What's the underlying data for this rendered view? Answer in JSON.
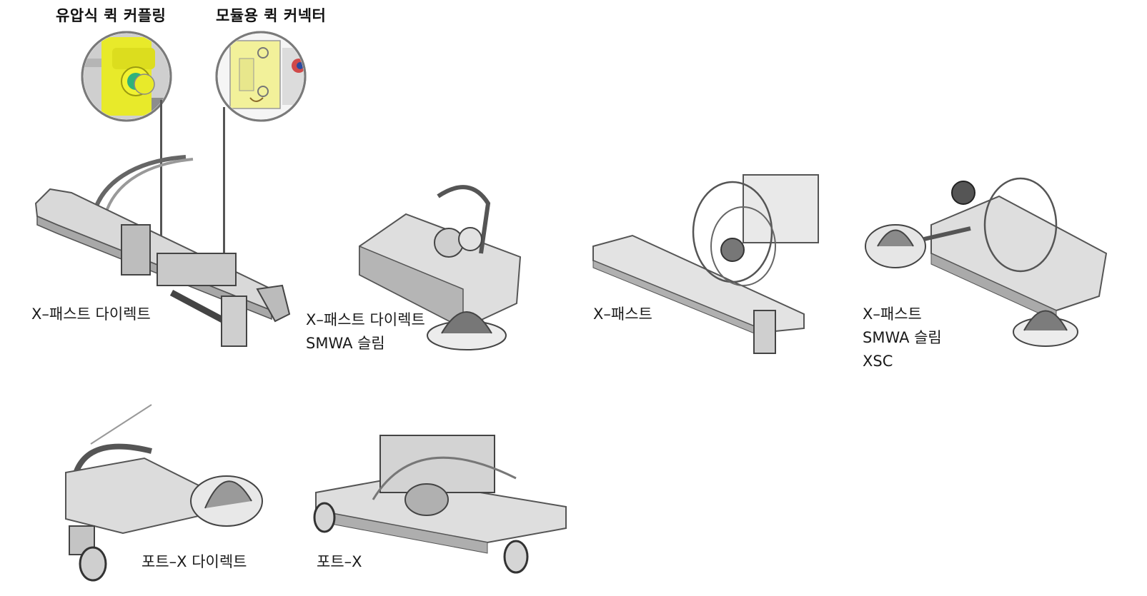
{
  "callouts": [
    {
      "title": "유압식 퀵 커플링",
      "theme_color": "#e8ea2a"
    },
    {
      "title": "모듈용 퀵 커넥터",
      "theme_color": "#f2f19a"
    }
  ],
  "products": [
    {
      "lines": [
        "X–패스트 다이렉트"
      ]
    },
    {
      "lines": [
        "X–패스트 다이렉트",
        "SMWA 슬림"
      ]
    },
    {
      "lines": [
        "X–패스트"
      ]
    },
    {
      "lines": [
        "X–패스트",
        "SMWA 슬림",
        "XSC"
      ]
    },
    {
      "lines": [
        "포트–X 다이렉트"
      ]
    },
    {
      "lines": [
        "포트–X"
      ]
    }
  ],
  "colors": {
    "line_art": "#555555",
    "metal": "#d9d9d9",
    "shadow": "#8a8a8a",
    "callout_ring": "#7a7a7a"
  }
}
